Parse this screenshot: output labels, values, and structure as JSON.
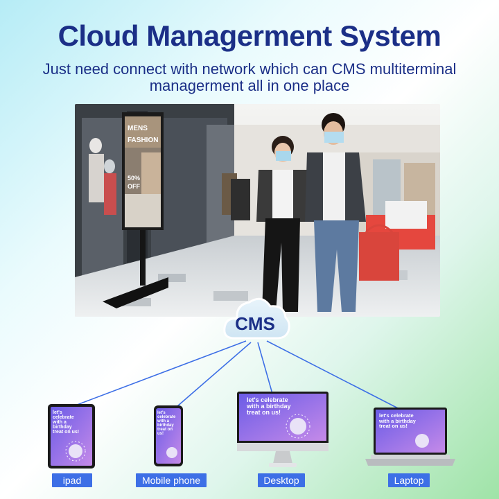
{
  "title": "Cloud Managerment System",
  "subtitle": "Just need connect with network which can CMS multiterminal managerment all in one place",
  "poster": {
    "line1": "MENS",
    "line2": "FASHION",
    "line3": "50%",
    "line4": "OFF"
  },
  "cms_label": "CMS",
  "screen_text": "let's celebrate with a birthday treat on us!",
  "devices": [
    {
      "label": "ipad"
    },
    {
      "label": "Mobile phone"
    },
    {
      "label": "Desktop"
    },
    {
      "label": "Laptop"
    }
  ],
  "colors": {
    "title": "#1b2f87",
    "label_bg": "#3d6fe6",
    "line": "#3d6fe6"
  }
}
